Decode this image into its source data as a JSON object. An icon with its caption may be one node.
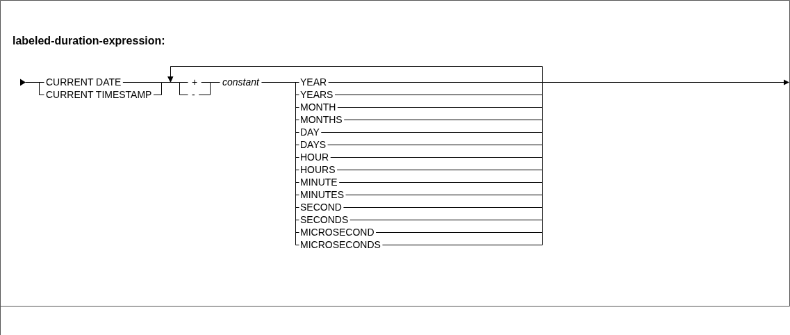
{
  "diagram": {
    "title": "labeled-duration-expression:",
    "labels": [
      "CURRENT DATE",
      "CURRENT TIMESTAMP",
      "+",
      "-",
      "constant",
      "YEAR",
      "YEARS",
      "MONTH",
      "MONTHS",
      "DAY",
      "DAYS",
      "HOUR",
      "HOURS",
      "MINUTE",
      "MINUTES",
      "SECOND",
      "SECONDS",
      "MICROSECOND",
      "MICROSECONDS"
    ]
  }
}
